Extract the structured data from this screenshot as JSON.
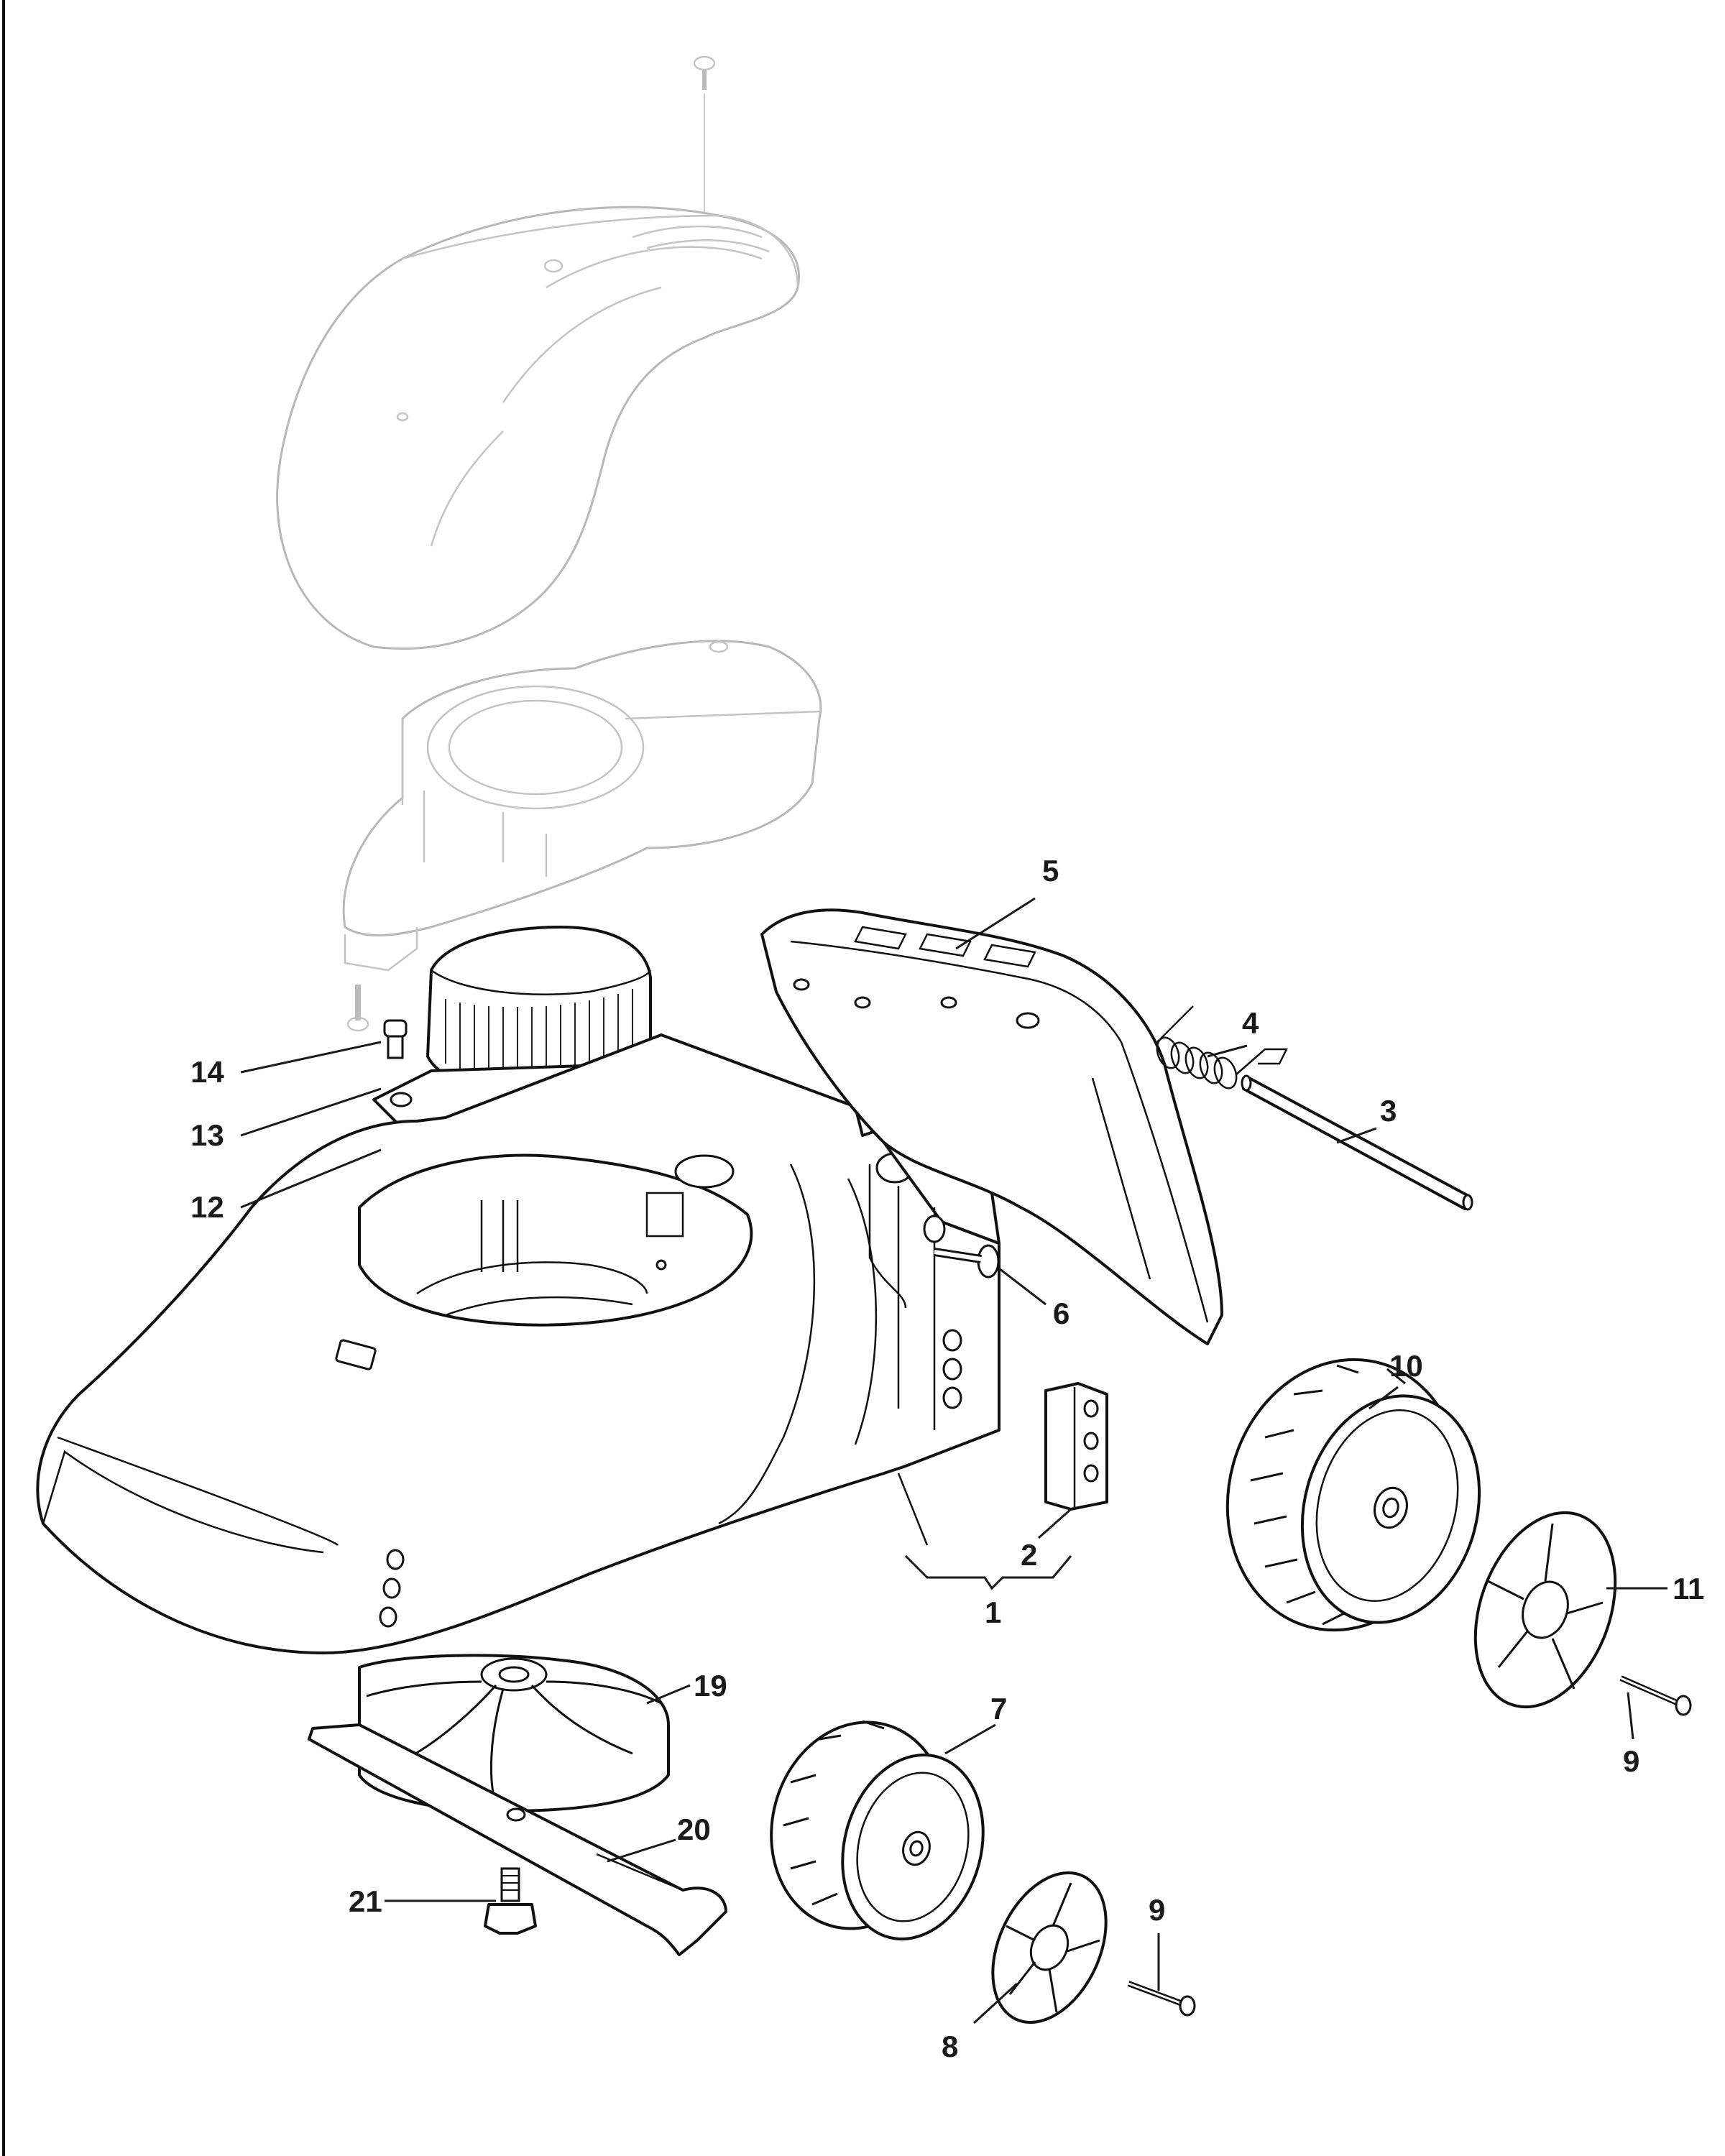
{
  "callouts": [
    {
      "id": "1",
      "label": "1"
    },
    {
      "id": "2",
      "label": "2"
    },
    {
      "id": "3",
      "label": "3"
    },
    {
      "id": "4",
      "label": "4"
    },
    {
      "id": "5",
      "label": "5"
    },
    {
      "id": "6",
      "label": "6"
    },
    {
      "id": "7",
      "label": "7"
    },
    {
      "id": "8",
      "label": "8"
    },
    {
      "id": "9a",
      "label": "9"
    },
    {
      "id": "9b",
      "label": "9"
    },
    {
      "id": "10",
      "label": "10"
    },
    {
      "id": "11",
      "label": "11"
    },
    {
      "id": "12",
      "label": "12"
    },
    {
      "id": "13",
      "label": "13"
    },
    {
      "id": "14",
      "label": "14"
    },
    {
      "id": "19",
      "label": "19"
    },
    {
      "id": "20",
      "label": "20"
    },
    {
      "id": "21",
      "label": "21"
    }
  ],
  "colors": {
    "line": "#111111",
    "ghost_line": "#b8b8b8",
    "background": "#ffffff"
  }
}
